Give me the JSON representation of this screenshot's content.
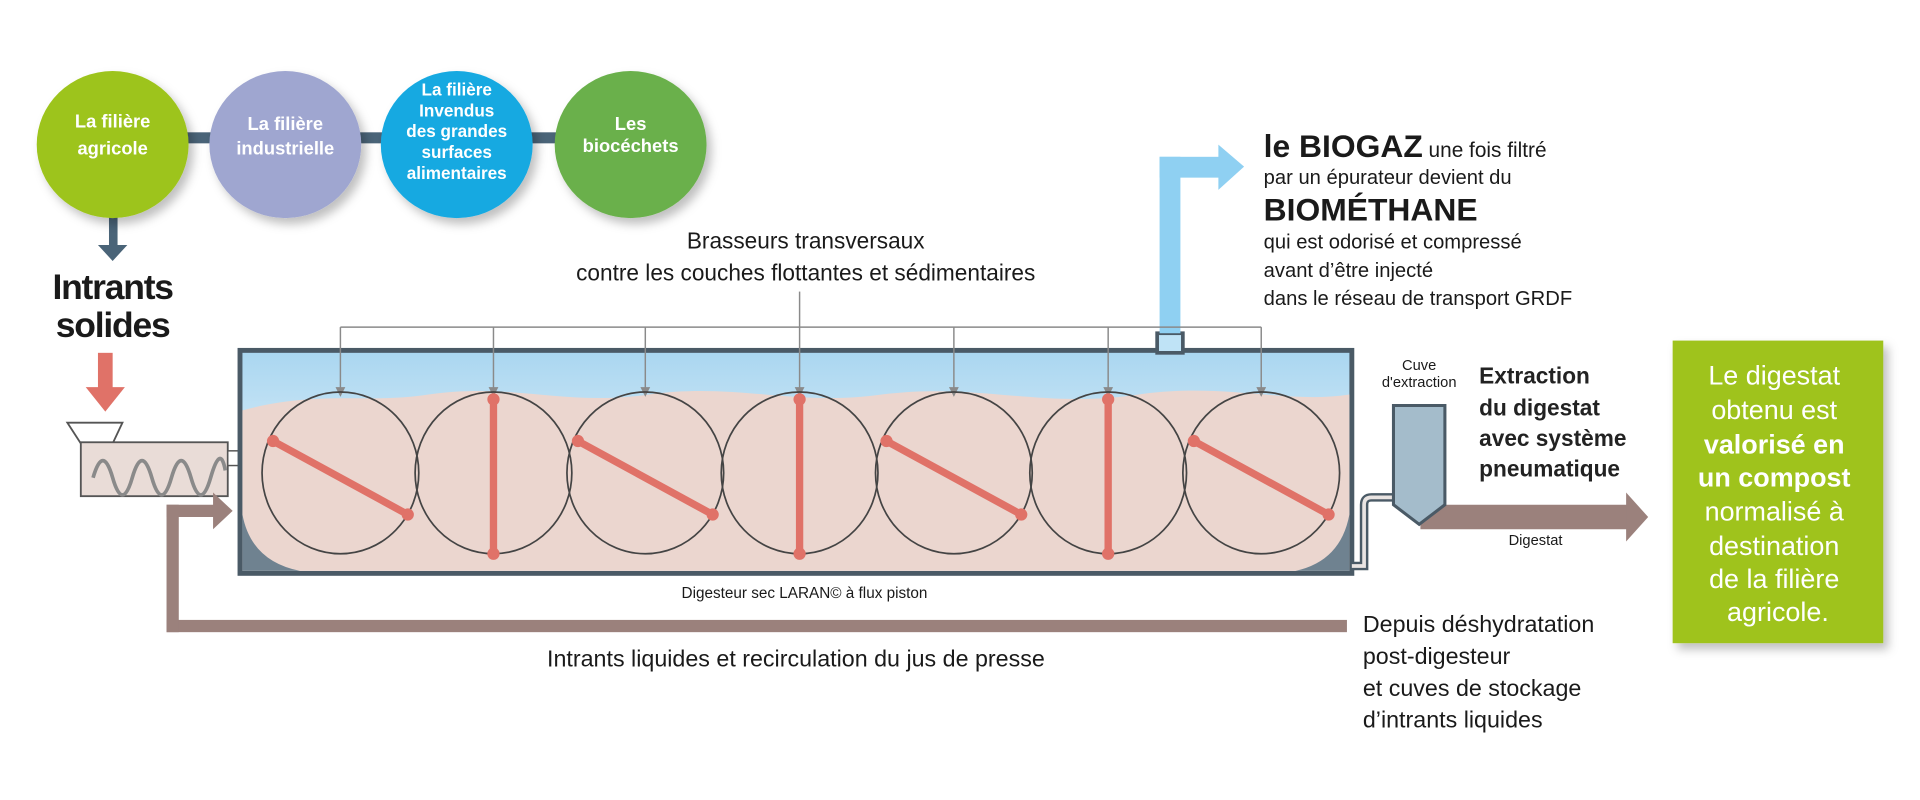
{
  "colors": {
    "agricole": "#9dc41a",
    "industrielle": "#9fa6d0",
    "invendus": "#16a9e1",
    "biodechets": "#6ab04c",
    "connector": "#4a6478",
    "mixer": "#e07268",
    "recirculation": "#9b817c",
    "biogas_pipe": "#8fd0f2",
    "digestat_box": "#9fc31e"
  },
  "sources": [
    {
      "lines": [
        "La filière",
        "agricole"
      ]
    },
    {
      "lines": [
        "La filière",
        "industrielle"
      ]
    },
    {
      "lines": [
        "La filière",
        "Invendus",
        "des grandes",
        "surfaces",
        "alimentaires"
      ]
    },
    {
      "lines": [
        "Les",
        "biocéchets"
      ]
    }
  ],
  "intrants_solides": [
    "Intrants",
    "solides"
  ],
  "brasseurs": [
    "Brasseurs transversaux",
    "contre les couches flottantes et sédimentaires"
  ],
  "biogaz": {
    "bold1": "le BIOGAZ",
    "rest1": " une fois filtré",
    "line2": "par un épurateur devient du",
    "bold2": "BIOMÉTHANE",
    "line3": "qui est odorisé et compressé",
    "line4": "avant d’être injecté",
    "line5": "dans le réseau de transport GRDF"
  },
  "cuve": [
    "Cuve",
    "d'extraction"
  ],
  "extraction": [
    "Extraction",
    "du digestat",
    "avec système",
    "pneumatique"
  ],
  "digestat_label": "Digestat",
  "digesteur_label": "Digesteur sec LARAN© à flux piston",
  "liquides_label": "Intrants liquides et recirculation du jus de presse",
  "depuis": [
    "Depuis déshydratation",
    "post-digesteur",
    "et cuves de stockage",
    "d’intrants liquides"
  ],
  "green_box": {
    "l1": "Le digestat",
    "l2": "obtenu est",
    "b1": "valorisé en",
    "b2": "un compost",
    "l3": "normalisé à",
    "l4": "destination",
    "l5": "de la filière",
    "l6": "agricole."
  }
}
